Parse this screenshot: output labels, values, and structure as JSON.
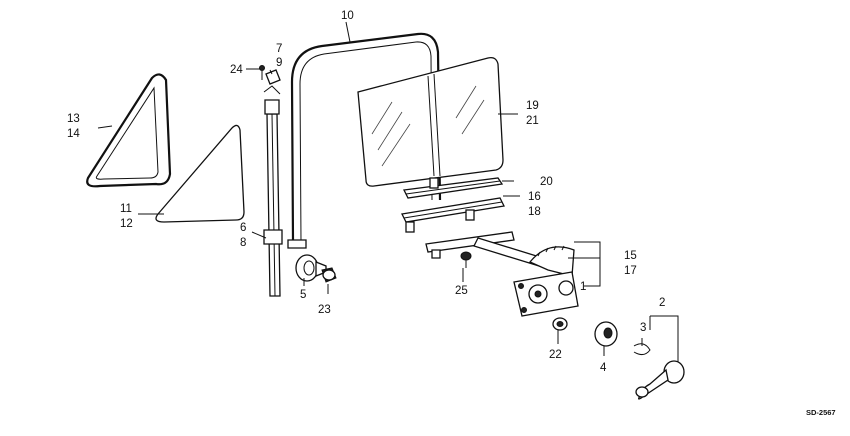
{
  "diagram_code": "SD-2567",
  "callouts": [
    {
      "id": "c10",
      "text": "10"
    },
    {
      "id": "c7",
      "text": "7"
    },
    {
      "id": "c9",
      "text": "9"
    },
    {
      "id": "c24",
      "text": "24"
    },
    {
      "id": "c13",
      "text": "13"
    },
    {
      "id": "c14",
      "text": "14"
    },
    {
      "id": "c11",
      "text": "11"
    },
    {
      "id": "c12",
      "text": "12"
    },
    {
      "id": "c6",
      "text": "6"
    },
    {
      "id": "c8",
      "text": "8"
    },
    {
      "id": "c5",
      "text": "5"
    },
    {
      "id": "c23",
      "text": "23"
    },
    {
      "id": "c19",
      "text": "19"
    },
    {
      "id": "c21",
      "text": "21"
    },
    {
      "id": "c20",
      "text": "20"
    },
    {
      "id": "c16",
      "text": "16"
    },
    {
      "id": "c18",
      "text": "18"
    },
    {
      "id": "c15",
      "text": "15"
    },
    {
      "id": "c17",
      "text": "17"
    },
    {
      "id": "c1",
      "text": "1"
    },
    {
      "id": "c25",
      "text": "25"
    },
    {
      "id": "c2",
      "text": "2"
    },
    {
      "id": "c3",
      "text": "3"
    },
    {
      "id": "c22",
      "text": "22"
    },
    {
      "id": "c4",
      "text": "4"
    }
  ]
}
